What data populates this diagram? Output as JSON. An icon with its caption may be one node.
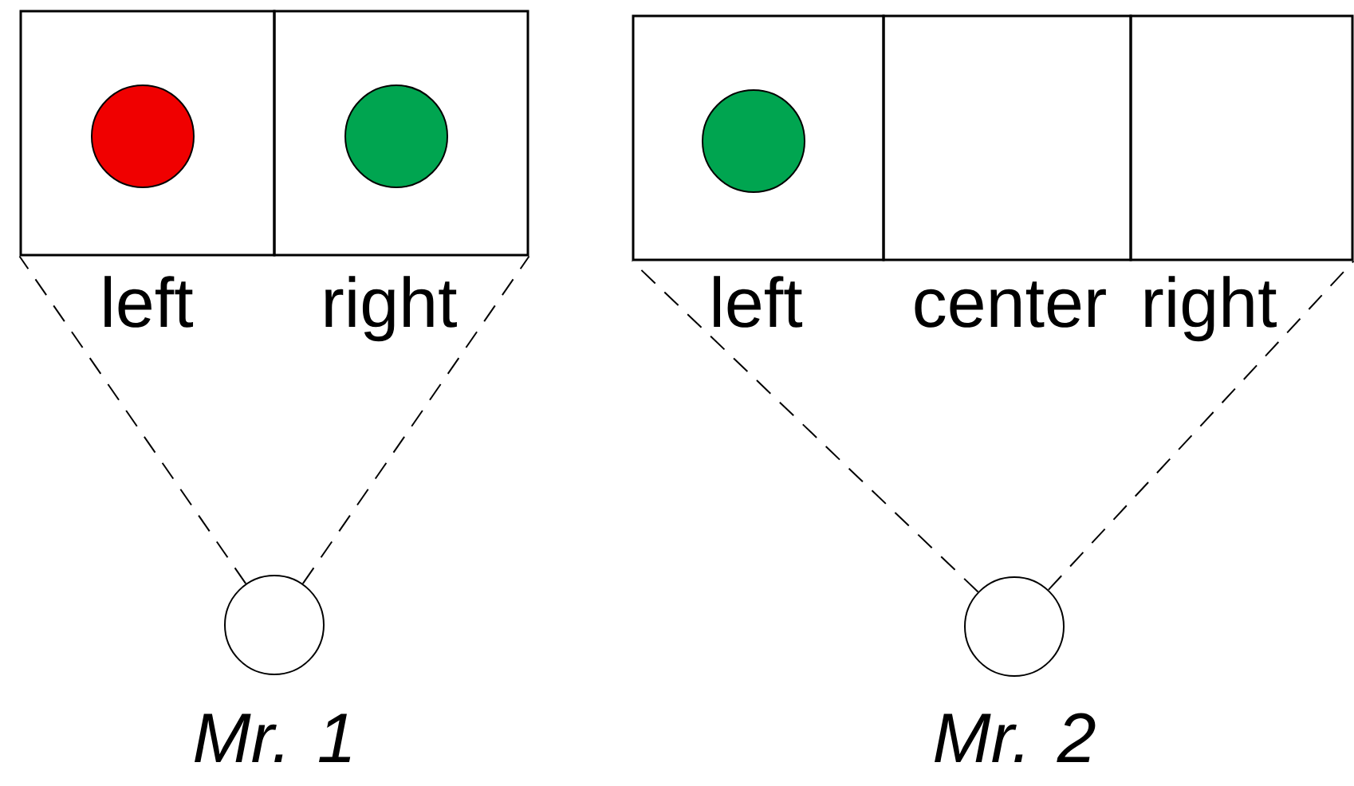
{
  "diagram": {
    "nodes": [
      {
        "text": [
          "left"
        ]
      },
      {
        "text": [],
        "shape": "circle",
        "in": 0
      },
      {
        "text": [
          "right"
        ]
      },
      {
        "text": [],
        "shape": "circle",
        "in": 2
      },
      {
        "text": [],
        "shape": "circle",
        "beside": [
          "Mr. 1"
        ]
      },
      {
        "text": [
          "left"
        ]
      },
      {
        "text": [],
        "shape": "circle",
        "in": 5
      },
      {
        "text": [
          "center"
        ]
      },
      {
        "text": [
          "right"
        ]
      },
      {
        "text": [],
        "shape": "circle",
        "beside": [
          "Mr. 2"
        ]
      }
    ],
    "edges": [
      {
        "from": 4,
        "to": 0,
        "arrow": "none",
        "style": "dashed"
      },
      {
        "from": 4,
        "to": 2,
        "arrow": "none",
        "style": "dashed"
      },
      {
        "from": 9,
        "to": 5,
        "arrow": "none",
        "style": "dashed"
      },
      {
        "from": 9,
        "to": 8,
        "arrow": "none",
        "style": "dashed"
      }
    ]
  }
}
